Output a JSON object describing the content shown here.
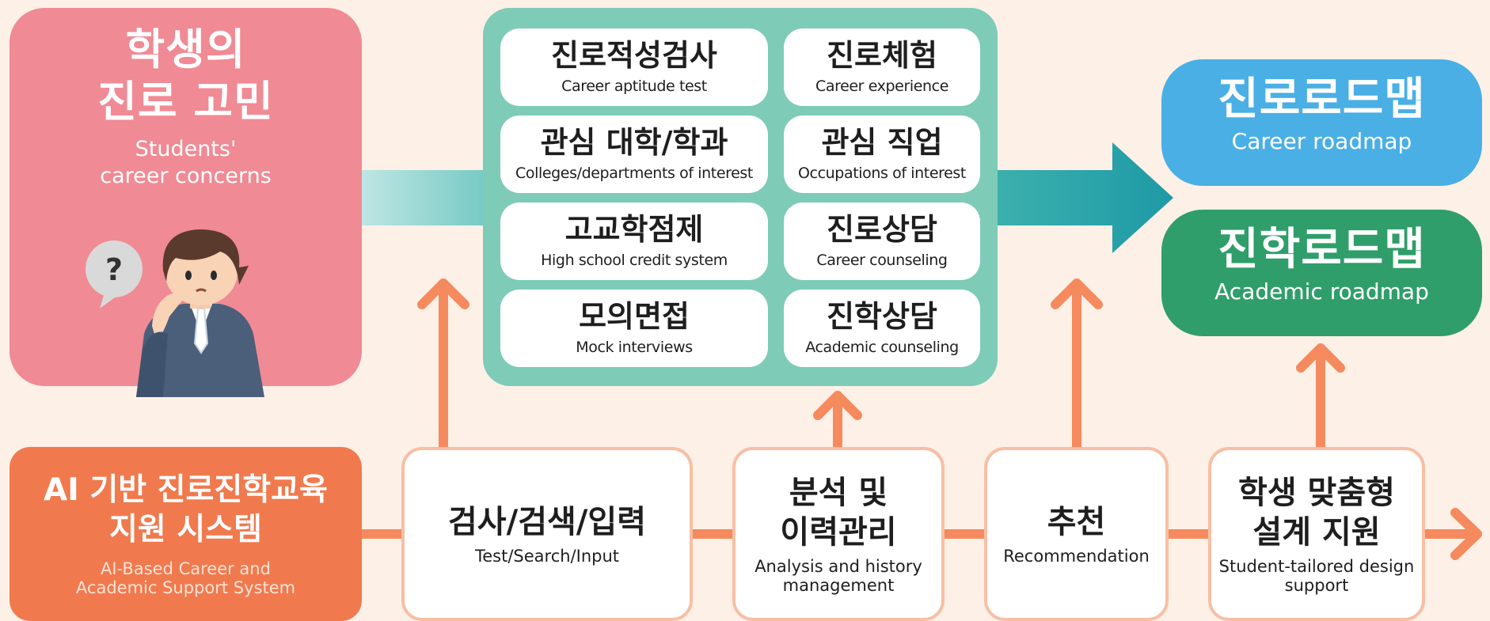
{
  "concern": {
    "title_line1": "학생의",
    "title_line2": "진로 고민",
    "subtitle_line1": "Students'",
    "subtitle_line2": "career concerns",
    "bubble": "?"
  },
  "activities": [
    {
      "ko": "진로적성검사",
      "en": "Career aptitude test"
    },
    {
      "ko": "진로체험",
      "en": "Career experience"
    },
    {
      "ko": "관심 대학/학과",
      "en": "Colleges/departments of interest"
    },
    {
      "ko": "관심 직업",
      "en": "Occupations of interest"
    },
    {
      "ko": "고교학점제",
      "en": "High school credit system"
    },
    {
      "ko": "진로상담",
      "en": "Career counseling"
    },
    {
      "ko": "모의면접",
      "en": "Mock interviews"
    },
    {
      "ko": "진학상담",
      "en": "Academic counseling"
    }
  ],
  "outcomes": {
    "career": {
      "ko": "진로로드맵",
      "en": "Career roadmap"
    },
    "academic": {
      "ko": "진학로드맵",
      "en": "Academic roadmap"
    }
  },
  "system": {
    "ko_line1": "AI 기반 진로진학교육",
    "ko_line2": "지원 시스템",
    "en_line1": "AI-Based Career and",
    "en_line2": "Academic Support System"
  },
  "steps": [
    {
      "ko_line1": "검사/검색/입력",
      "ko_line2": "",
      "en_line1": "Test/Search/Input",
      "en_line2": ""
    },
    {
      "ko_line1": "분석 및",
      "ko_line2": "이력관리",
      "en_line1": "Analysis and history",
      "en_line2": "management"
    },
    {
      "ko_line1": "추천",
      "ko_line2": "",
      "en_line1": "Recommendation",
      "en_line2": ""
    },
    {
      "ko_line1": "학생 맞춤형",
      "ko_line2": "설계 지원",
      "en_line1": "Student-tailored design",
      "en_line2": "support"
    }
  ],
  "colors": {
    "background": "#fdf0e6",
    "concern": "#f08a94",
    "hub": "#7ecbb8",
    "career_roadmap": "#4aafe5",
    "academic_roadmap": "#2f9e6a",
    "system": "#f07a4e",
    "arrow": "#f58a5e",
    "flow_arrow": "#25a3a5"
  }
}
